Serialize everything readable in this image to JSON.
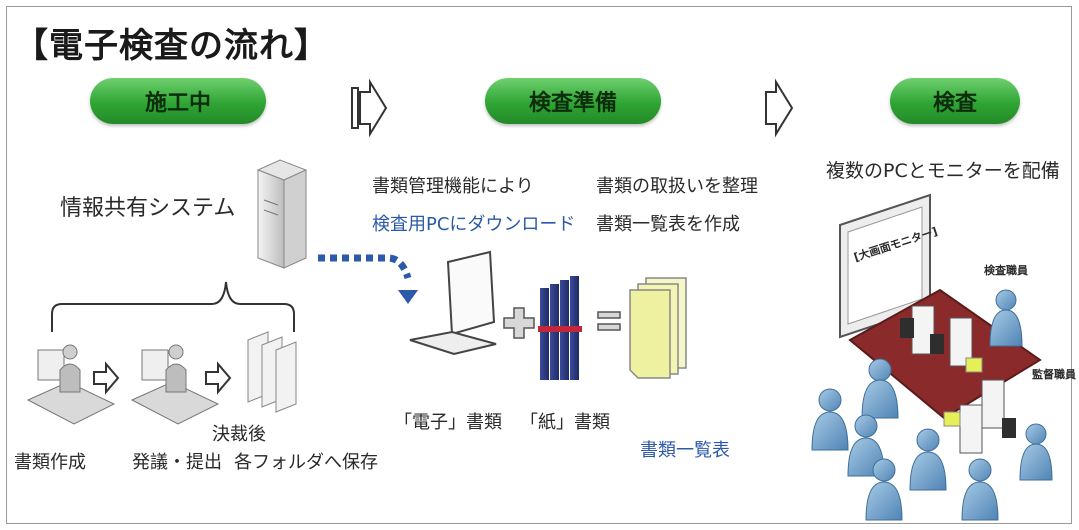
{
  "title": "【電子検査の流れ】",
  "stages": [
    {
      "label": "施工中"
    },
    {
      "label": "検査準備"
    },
    {
      "label": "検査"
    }
  ],
  "construction": {
    "system_label": "情報共有システム",
    "steps": [
      "書類作成",
      "発議・提出",
      "各フォルダへ保存"
    ],
    "approval_label": "決裁後"
  },
  "preparation": {
    "note_1": "書類管理機能により",
    "note_2": "検査用PCにダウンロード",
    "note_3": "書類の取扱いを整理",
    "note_4": "書類一覧表を作成",
    "electronic_docs": "「電子」書類",
    "paper_docs": "「紙」書類",
    "doc_list": "書類一覧表"
  },
  "inspection": {
    "heading": "複数のPCとモニターを配備",
    "screen_text": "[大画面モニター]",
    "inspector_label": "検査職員",
    "supervisor_label": "監督職員"
  },
  "colors": {
    "pill_green": "#2fa534",
    "accent_blue": "#2c5aa8",
    "table_red": "#8b2a2a",
    "person_blue": "#6f9fc9"
  }
}
